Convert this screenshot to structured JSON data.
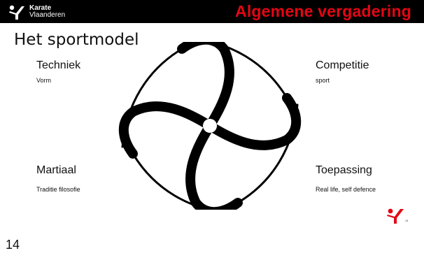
{
  "header": {
    "logo_name": "Karate",
    "logo_sub": "Vlaanderen",
    "title": "Algemene vergadering",
    "accent_color": "#e30613"
  },
  "slide": {
    "title": "Het sportmodel",
    "quadrants": [
      {
        "label": "Techniek",
        "sub": "Vorm"
      },
      {
        "label": "Competitie",
        "sub": "sport"
      },
      {
        "label": "Martiaal",
        "sub": "Traditie filosofie"
      },
      {
        "label": "Toepassing",
        "sub": "Real life, self defence"
      }
    ],
    "center_icon": "swirl-icon",
    "slide_number": "14"
  },
  "page_number": "14"
}
